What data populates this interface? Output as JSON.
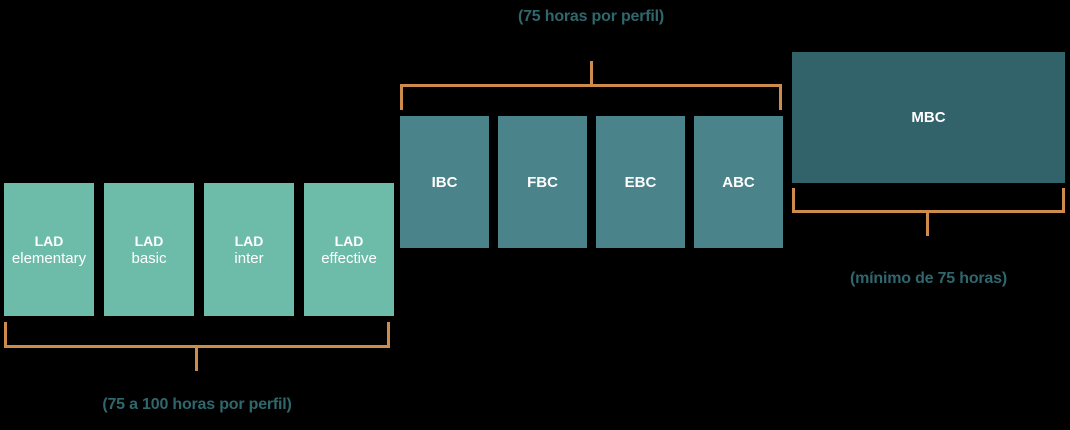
{
  "colors": {
    "background": "#000000",
    "lad_box": "#6dbcaa",
    "mid_box": "#4a8389",
    "mbc_box": "#32636b",
    "bracket": "#cd8c4c",
    "caption": "#2f676d",
    "box_text": "#ffffff"
  },
  "lad_group": {
    "boxes": [
      {
        "title": "LAD",
        "subtitle": "elementary"
      },
      {
        "title": "LAD",
        "subtitle": "basic"
      },
      {
        "title": "LAD",
        "subtitle": "inter"
      },
      {
        "title": "LAD",
        "subtitle": "effective"
      }
    ],
    "caption": "(75 a 100 horas por perfil)"
  },
  "bc_group": {
    "boxes": [
      {
        "label": "IBC"
      },
      {
        "label": "FBC"
      },
      {
        "label": "EBC"
      },
      {
        "label": "ABC"
      }
    ],
    "caption": "(75 horas por perfil)"
  },
  "mbc_group": {
    "box": {
      "label": "MBC"
    },
    "caption": "(mínimo de 75 horas)"
  }
}
